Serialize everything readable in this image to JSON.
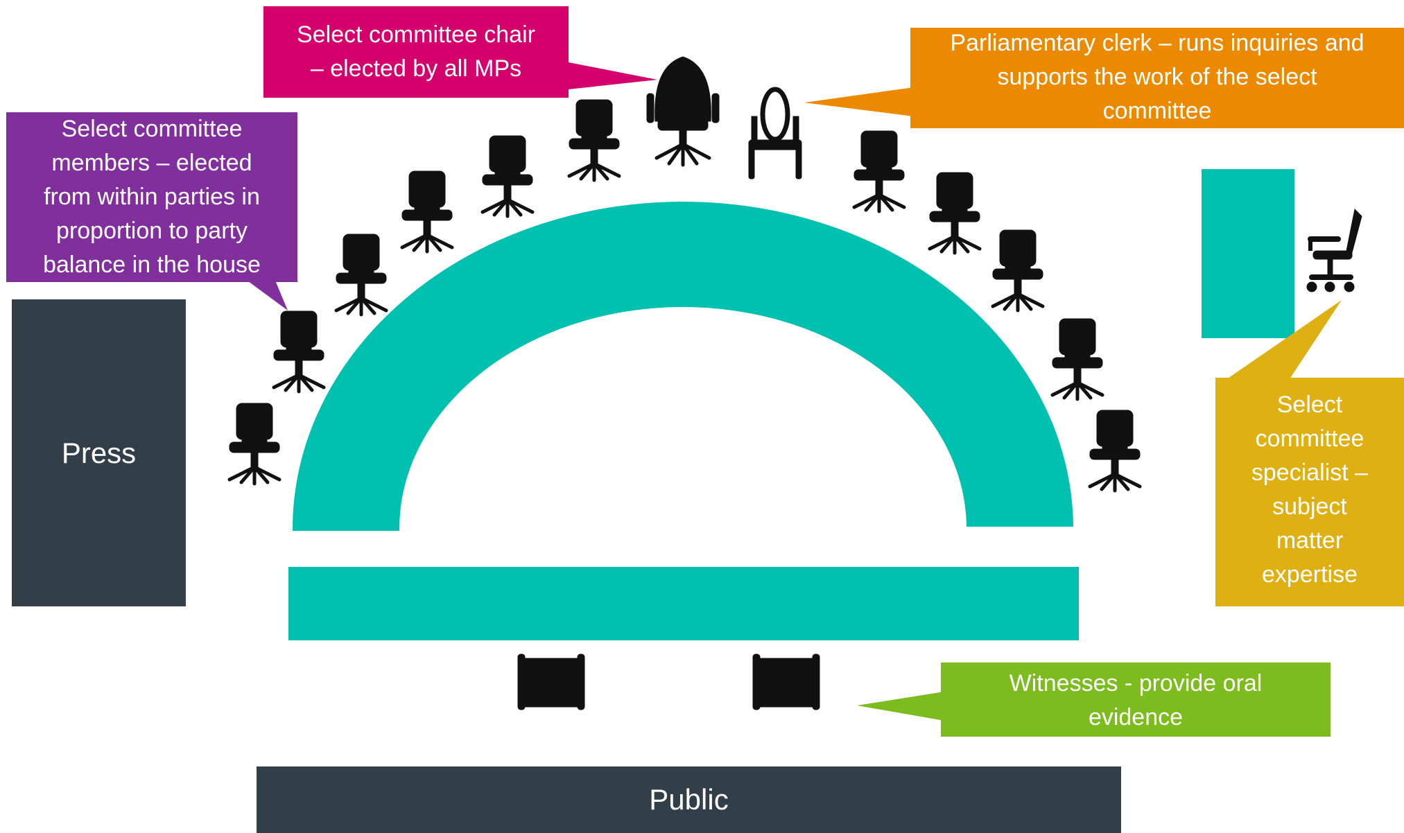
{
  "colors": {
    "teal": "#00C1B0",
    "dark": "#323E48",
    "magenta": "#D4006B",
    "orange": "#EB8A00",
    "purple": "#822F9E",
    "gold": "#DFB012",
    "green": "#7CBC1F",
    "chair": "#111111"
  },
  "blocks": {
    "press": "Press",
    "public": "Public"
  },
  "callouts": {
    "chair": "Select committee chair\n– elected by all MPs",
    "clerk": "Parliamentary clerk – runs inquiries and\nsupports the work of the select\ncommittee",
    "members": "Select committee\nmembers – elected\nfrom within parties in\nproportion to party\nbalance in the house",
    "specialist": "Select\ncommittee\nspecialist –\nsubject\nmatter\nexpertise",
    "witnesses": "Witnesses - provide oral\nevidence"
  }
}
